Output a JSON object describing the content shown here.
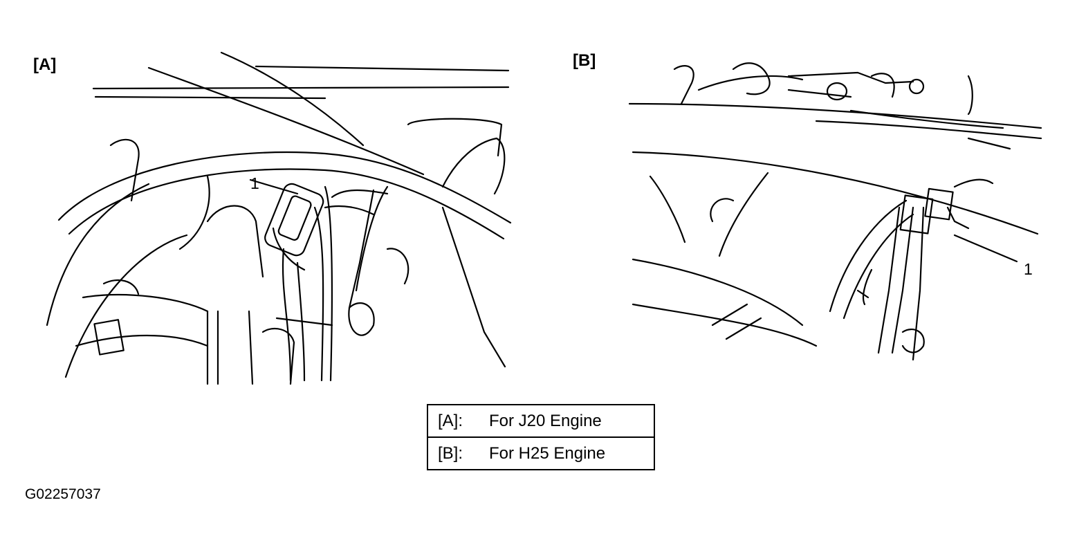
{
  "panels": {
    "a": {
      "label": "[A]",
      "callout": "1"
    },
    "b": {
      "label": "[B]",
      "callout": "1"
    }
  },
  "legend": [
    {
      "key": "[A]:",
      "desc": "For J20 Engine"
    },
    {
      "key": "[B]:",
      "desc": "For H25 Engine"
    }
  ],
  "figure_id": "G02257037"
}
